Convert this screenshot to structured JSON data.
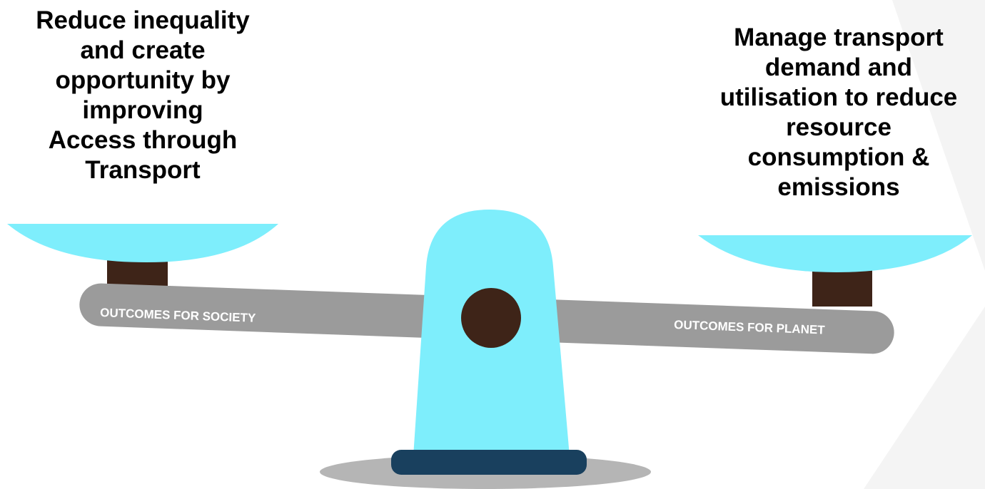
{
  "left": {
    "heading_lines": [
      "Reduce inequality",
      "and create",
      "opportunity by",
      "improving",
      "Access through",
      "Transport"
    ],
    "beam_label": "OUTCOMES FOR SOCIETY"
  },
  "right": {
    "heading_lines": [
      "Manage transport",
      "demand and",
      "utilisation to reduce",
      "resource",
      "consumption &",
      "emissions"
    ],
    "beam_label": "OUTCOMES FOR PLANET"
  },
  "colors": {
    "pan": "#7eeefc",
    "pillar": "#7eeefc",
    "post": "#3e2418",
    "pivot": "#3e2418",
    "beam": "#9b9b9b",
    "base": "#19405e",
    "shadow": "#b5b5b5",
    "watermark": "#f4f4f4",
    "label": "#ffffff"
  }
}
